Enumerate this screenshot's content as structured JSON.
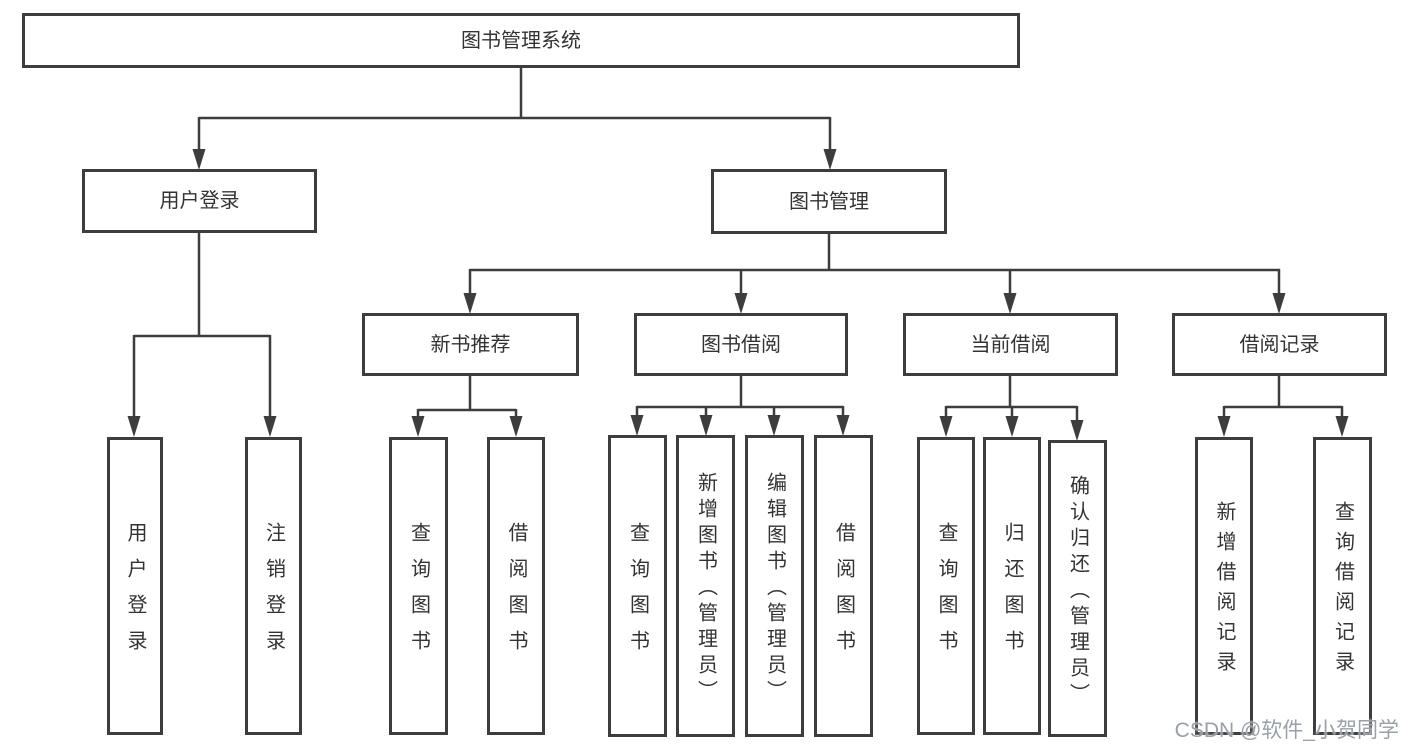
{
  "root": {
    "label": "图书管理系统"
  },
  "level2": [
    {
      "label": "用户登录"
    },
    {
      "label": "图书管理"
    }
  ],
  "level3": [
    {
      "label": "新书推荐"
    },
    {
      "label": "图书借阅"
    },
    {
      "label": "当前借阅"
    },
    {
      "label": "借阅记录"
    }
  ],
  "leaves": {
    "user_login": [
      "用户登录",
      "注销登录"
    ],
    "new_book_recommend": [
      "查询图书",
      "借阅图书"
    ],
    "book_borrow": [
      "查询图书",
      "新增图书（管理员）",
      "编辑图书（管理员）",
      "借阅图书"
    ],
    "current_borrow": [
      "查询图书",
      "归还图书",
      "确认归还（管理员）"
    ],
    "borrow_records": [
      "新增借阅记录",
      "查询借阅记录"
    ]
  },
  "watermark": "CSDN @软件_小贺同学",
  "colors": {
    "line": "#3d3d3d",
    "border": "#3d3d3d",
    "text": "#333333",
    "watermark": "#9aa0a8",
    "background": "#ffffff"
  }
}
